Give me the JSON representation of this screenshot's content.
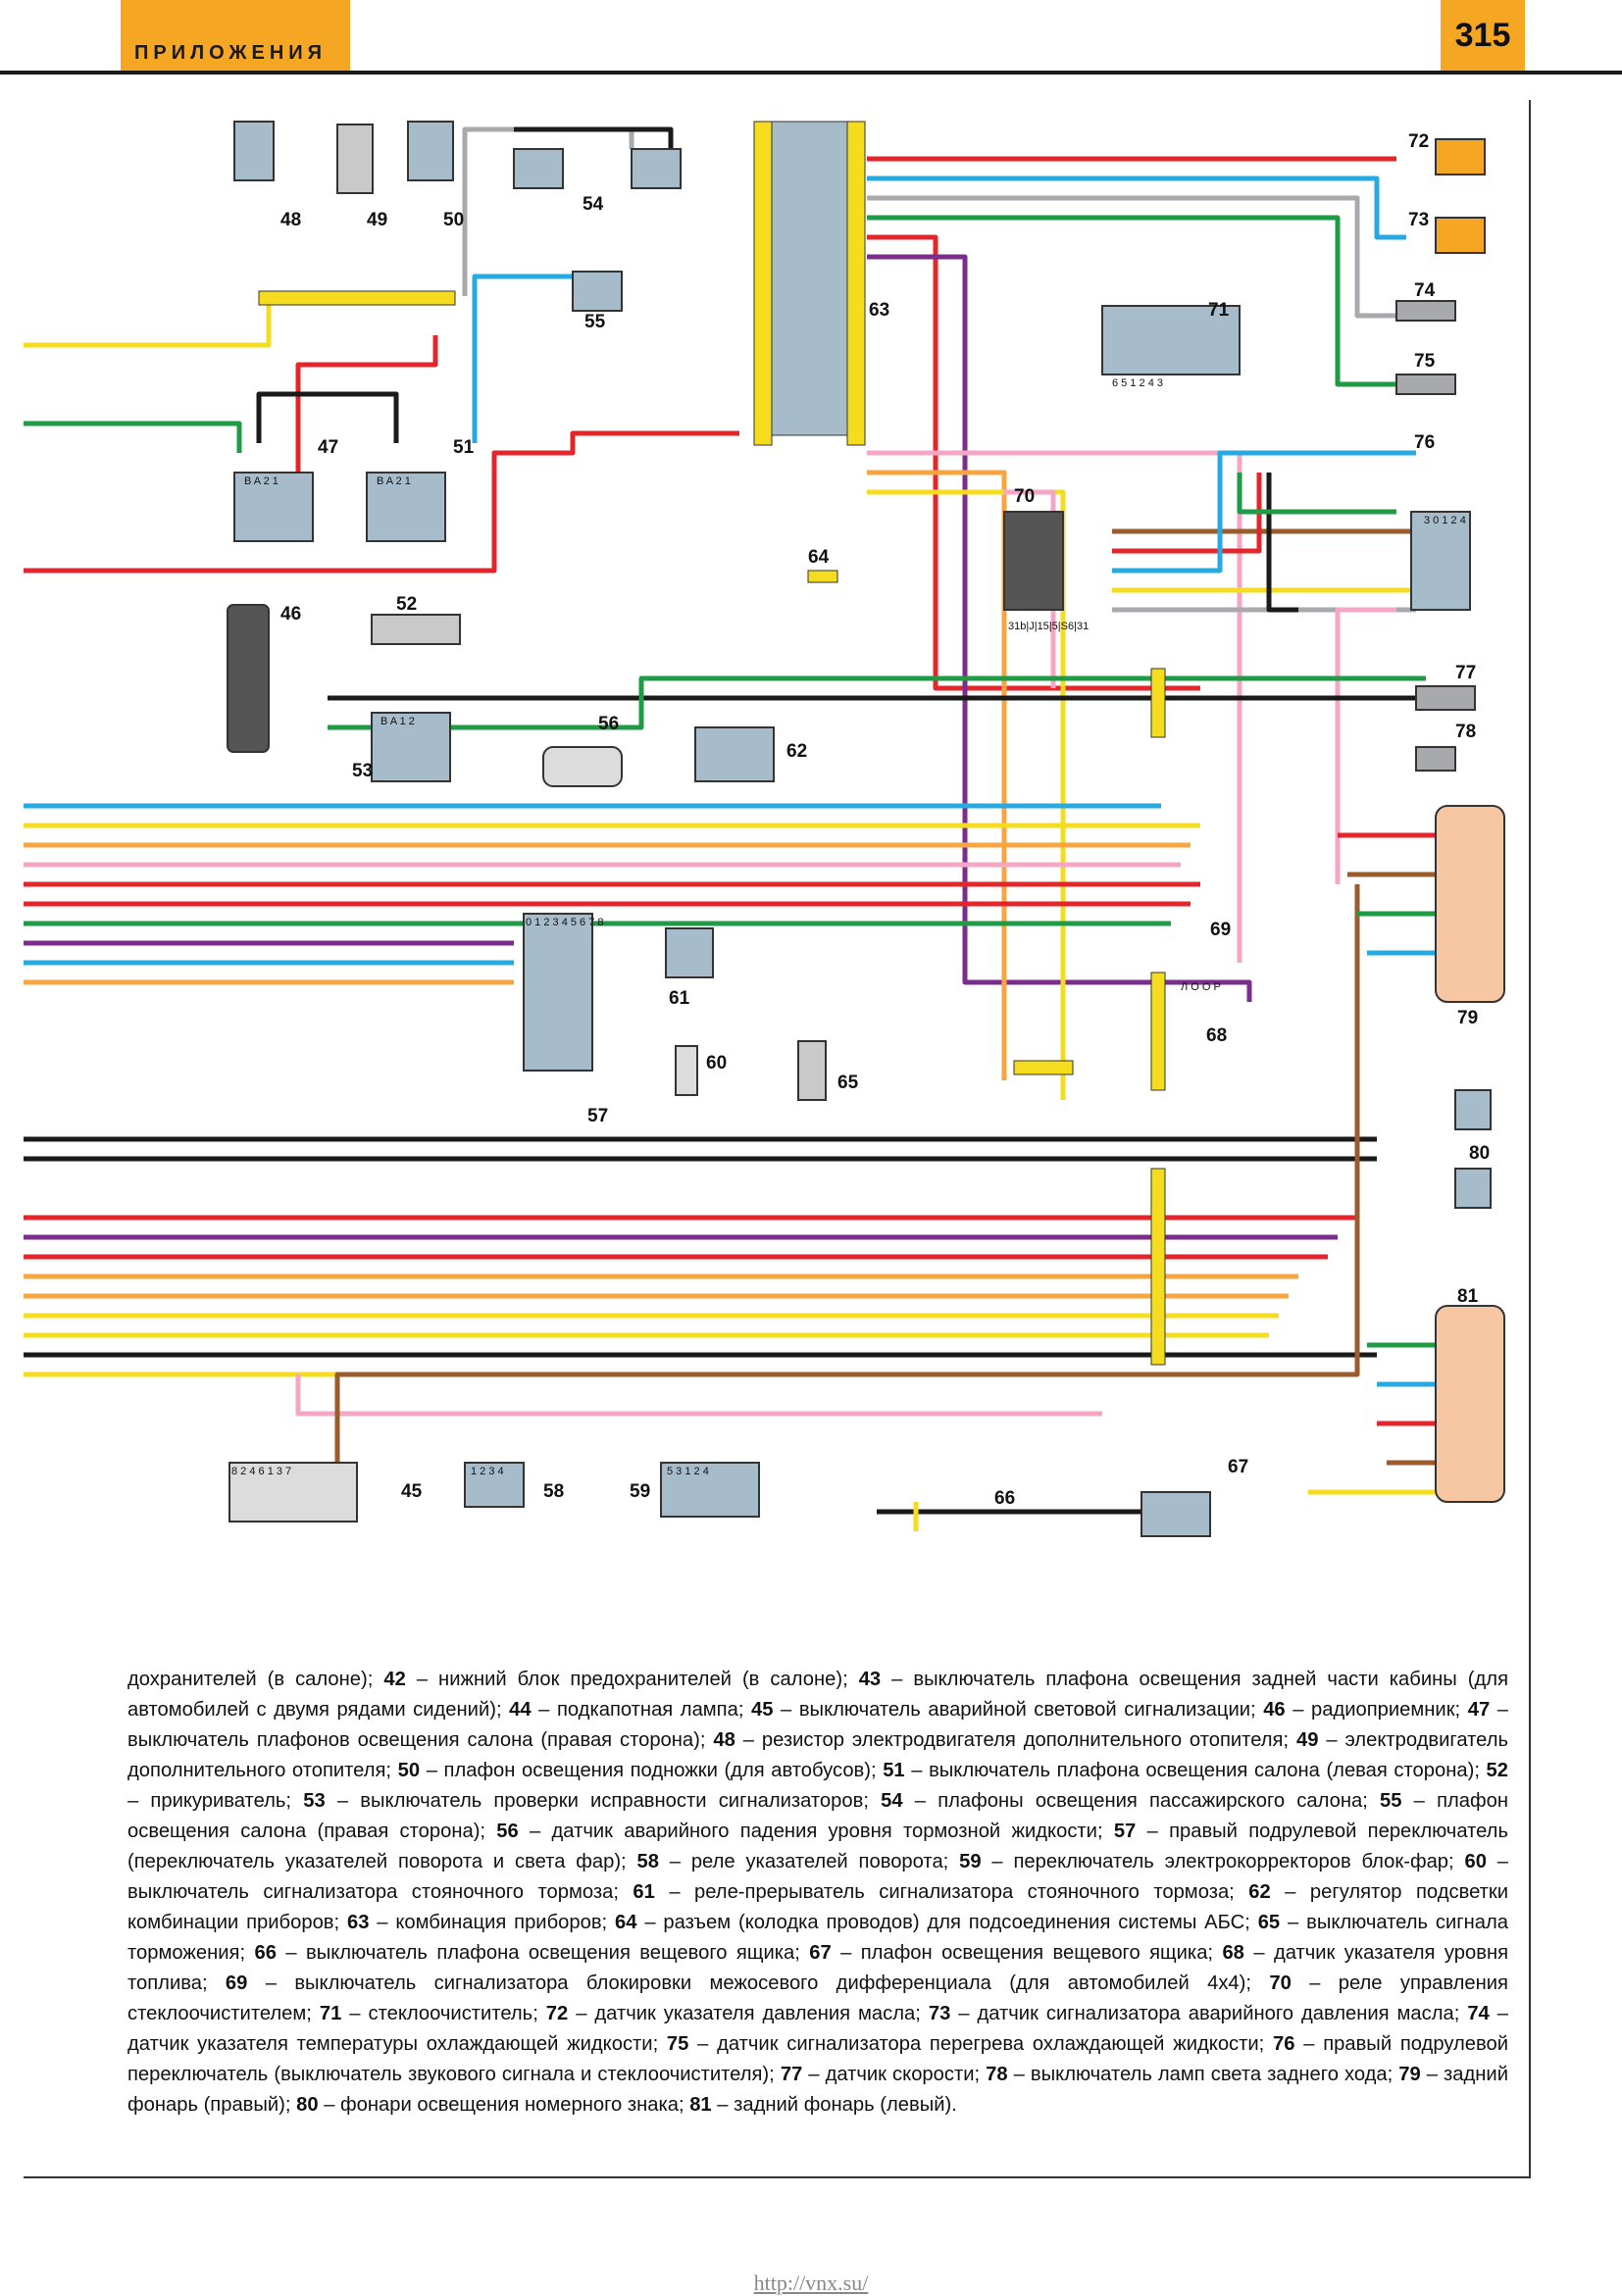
{
  "header": {
    "section_label": "ПРИЛОЖЕНИЯ",
    "page_number": "315"
  },
  "components": {
    "c45": "45",
    "c46": "46",
    "c47": "47",
    "c48": "48",
    "c49": "49",
    "c50": "50",
    "c51": "51",
    "c52": "52",
    "c53": "53",
    "c54": "54",
    "c55": "55",
    "c56": "56",
    "c57": "57",
    "c58": "58",
    "c59": "59",
    "c60": "60",
    "c61": "61",
    "c62": "62",
    "c63": "63",
    "c64": "64",
    "c65": "65",
    "c66": "66",
    "c67": "67",
    "c68": "68",
    "c69": "69",
    "c70": "70",
    "c71": "71",
    "c72": "72",
    "c73": "73",
    "c74": "74",
    "c75": "75",
    "c76": "76",
    "c77": "77",
    "c78": "78",
    "c79": "79",
    "c80": "80",
    "c81": "81"
  },
  "pin_labels": {
    "p47": "B A 2 1",
    "p51": "B A 2 1",
    "p53": "B A 1 2",
    "p45": "8 2 4 6 1 3 7",
    "p58": "1 2 3 4",
    "p59": "5 3 1 2 4",
    "p57_head": "0 1 2 3 4 5 6 7 8",
    "p76_head": "3 0 1 2 4",
    "p70": "31b|J|15|5|S6|31",
    "p71": "6 5 1   2 4 3",
    "p68": "Л О О Р"
  },
  "colors": {
    "red": "#e3262b",
    "yellow": "#f5dc1f",
    "green": "#1f9a45",
    "blue": "#27a9e1",
    "black": "#1a1a1a",
    "grey": "#a7a9ac",
    "pink": "#f4a6c4",
    "brown": "#9a5b2d",
    "violet": "#7b2d8e",
    "orange": "#f7a541",
    "white": "#ffffff",
    "accent": "#f5a623"
  },
  "caption": {
    "l1": "дохранителей (в салоне); ",
    "n42": "42",
    "t42": " – нижний блок предохранителей (в салоне); ",
    "n43": "43",
    "t43": " – выключатель плафона освещения задней части кабины (для автомобилей с двумя рядами сидений); ",
    "n44": "44",
    "t44": " – подкапотная лампа; ",
    "n45": "45",
    "t45": " – выключатель аварийной световой сигнализации; ",
    "n46": "46",
    "t46": " – радиоприемник; ",
    "n47": "47",
    "t47": " – выключатель плафонов освещения салона (правая сторона); ",
    "n48": "48",
    "t48": " – резистор электродвигателя дополнительного отопителя; ",
    "n49": "49",
    "t49": " – электродвигатель дополнительного отопителя; ",
    "n50": "50",
    "t50": " – плафон освещения подножки (для автобусов); ",
    "n51": "51",
    "t51": " – выключатель плафона освещения салона (левая сторона); ",
    "n52": "52",
    "t52": " – прикуриватель; ",
    "n53": "53",
    "t53": " – выключатель проверки исправности сигнализаторов; ",
    "n54": "54",
    "t54": " – плафоны освещения пассажирского салона; ",
    "n55": "55",
    "t55": " – плафон освещения салона (правая сторона); ",
    "n56": "56",
    "t56": " – датчик аварийного падения уровня тормозной жидкости; ",
    "n57": "57",
    "t57": " – правый подрулевой переключатель (переключатель указателей поворота и света фар); ",
    "n58": "58",
    "t58": " – реле указателей поворота; ",
    "n59": "59",
    "t59": " – переключатель электрокорректоров блок-фар; ",
    "n60": "60",
    "t60": " – выключатель сигнализатора стояночного тормоза; ",
    "n61": "61",
    "t61": " – реле-прерыватель сигнализатора стояночного тормоза; ",
    "n62": "62",
    "t62": " – регулятор подсветки комбинации приборов; ",
    "n63": "63",
    "t63": " – комбинация приборов; ",
    "n64": "64",
    "t64": " – разъем (колодка проводов) для подсоединения системы АБС; ",
    "n65": "65",
    "t65": " – выключатель сигнала торможения; ",
    "n66": "66",
    "t66": " – выключатель плафона освещения вещевого ящика; ",
    "n67": "67",
    "t67": " – плафон освещения вещевого ящика; ",
    "n68": "68",
    "t68": " – датчик указателя уровня топлива; ",
    "n69": "69",
    "t69": " – выключатель сигнализатора блокировки межосевого дифференциала (для автомобилей 4x4); ",
    "n70": "70",
    "t70": " – реле управления стеклоочистителем; ",
    "n71": "71",
    "t71": " – стеклоочиститель; ",
    "n72": "72",
    "t72": " – датчик указателя давления масла; ",
    "n73": "73",
    "t73": " – датчик сигнализатора аварийного давления масла; ",
    "n74": "74",
    "t74": " – датчик указателя температуры охлаждающей жидкости; ",
    "n75": "75",
    "t75": " – датчик сигнализатора перегрева охлаждающей жидкости; ",
    "n76": "76",
    "t76": " – правый подрулевой переключатель (выключатель звукового сигнала и стеклоочистителя); ",
    "n77": "77",
    "t77": " – датчик скорости; ",
    "n78": "78",
    "t78": " – выключатель ламп света заднего хода; ",
    "n79": "79",
    "t79": " – задний фонарь (правый); ",
    "n80": "80",
    "t80": " – фонари освещения номерного знака; ",
    "n81": "81",
    "t81": " – задний фонарь (левый)."
  },
  "footer": {
    "url": "http://vnx.su/"
  }
}
